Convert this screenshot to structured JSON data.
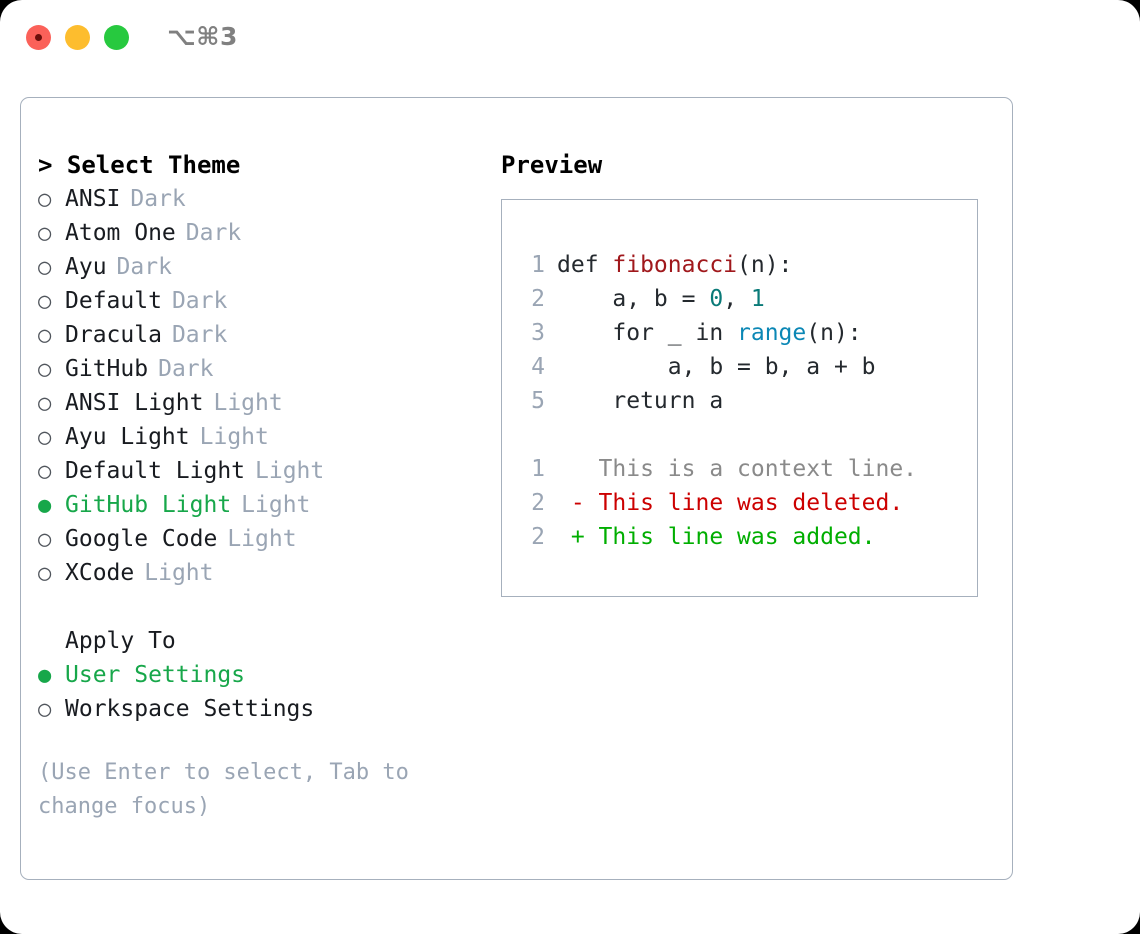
{
  "window": {
    "title": "⌥⌘3",
    "traffic_lights": [
      "close-red",
      "minimize-yellow",
      "maximize-green"
    ]
  },
  "theme_picker": {
    "header": "> Select Theme",
    "selected_marker": "●",
    "unselected_marker": "○",
    "items": [
      {
        "name": "ANSI",
        "category": "Dark",
        "selected": false
      },
      {
        "name": "Atom One",
        "category": "Dark",
        "selected": false
      },
      {
        "name": "Ayu",
        "category": "Dark",
        "selected": false
      },
      {
        "name": "Default",
        "category": "Dark",
        "selected": false
      },
      {
        "name": "Dracula",
        "category": "Dark",
        "selected": false
      },
      {
        "name": "GitHub",
        "category": "Dark",
        "selected": false
      },
      {
        "name": "ANSI Light",
        "category": "Light",
        "selected": false
      },
      {
        "name": "Ayu Light",
        "category": "Light",
        "selected": false
      },
      {
        "name": "Default Light",
        "category": "Light",
        "selected": false
      },
      {
        "name": "GitHub Light",
        "category": "Light",
        "selected": true
      },
      {
        "name": "Google Code",
        "category": "Light",
        "selected": false
      },
      {
        "name": "XCode",
        "category": "Light",
        "selected": false
      }
    ]
  },
  "apply_to": {
    "header": "Apply To",
    "options": [
      {
        "label": "User Settings",
        "selected": true
      },
      {
        "label": "Workspace Settings",
        "selected": false
      }
    ]
  },
  "hint": "(Use Enter to select, Tab to change focus)",
  "preview": {
    "title": "Preview",
    "code_lines": [
      {
        "num": "1",
        "segments": [
          {
            "text": "def ",
            "style": "plain"
          },
          {
            "text": "fibonacci",
            "style": "fn"
          },
          {
            "text": "(n):",
            "style": "plain"
          }
        ]
      },
      {
        "num": "2",
        "segments": [
          {
            "text": "    a, b = ",
            "style": "plain"
          },
          {
            "text": "0",
            "style": "num"
          },
          {
            "text": ", ",
            "style": "plain"
          },
          {
            "text": "1",
            "style": "num"
          }
        ]
      },
      {
        "num": "3",
        "segments": [
          {
            "text": "    for _ in ",
            "style": "plain"
          },
          {
            "text": "range",
            "style": "call"
          },
          {
            "text": "(n):",
            "style": "plain"
          }
        ]
      },
      {
        "num": "4",
        "segments": [
          {
            "text": "        a, b = b, a + b",
            "style": "plain"
          }
        ]
      },
      {
        "num": "5",
        "segments": [
          {
            "text": "    return a",
            "style": "plain"
          }
        ]
      }
    ],
    "diff_lines": [
      {
        "num": "1",
        "text": "   This is a context line.",
        "kind": "ctx"
      },
      {
        "num": "2",
        "text": " - This line was deleted.",
        "kind": "del"
      },
      {
        "num": "2",
        "text": " + This line was added.",
        "kind": "add"
      }
    ]
  },
  "colors": {
    "accent_green": "#17a74a",
    "border": "#a6b0bd",
    "muted": "#9aa5b4",
    "text": "#181b20",
    "diff_added": "#00ae00",
    "diff_deleted": "#cc0000"
  }
}
